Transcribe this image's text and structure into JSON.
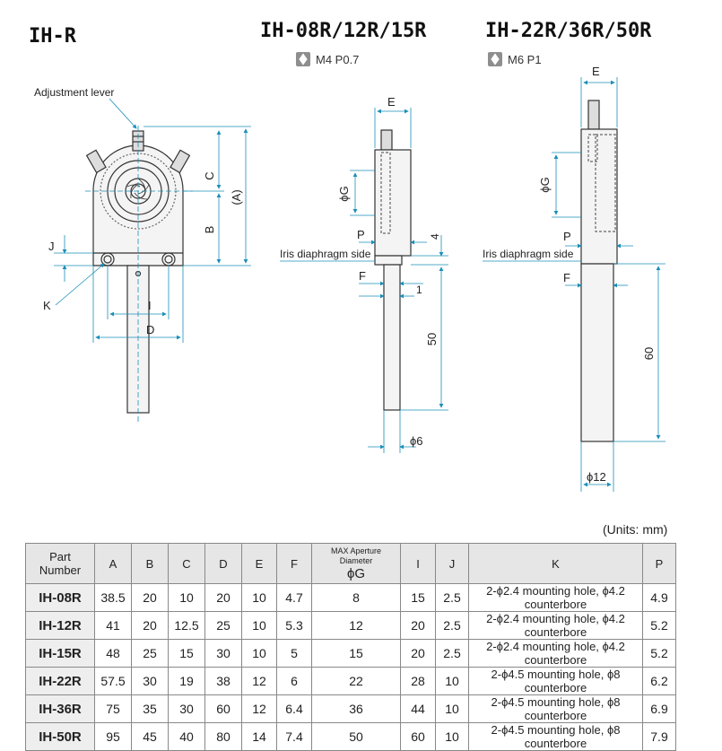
{
  "titles": {
    "ih_r": "IH-R",
    "small": "IH-08R/12R/15R",
    "large": "IH-22R/36R/50R"
  },
  "threads": {
    "small": "M4 P0.7",
    "large": "M6 P1"
  },
  "labels": {
    "adjustment_lever": "Adjustment lever",
    "iris_side": "Iris diaphragm side",
    "C": "C",
    "A": "(A)",
    "B": "B",
    "J": "J",
    "K": "K",
    "I": "I",
    "D": "D",
    "E": "E",
    "G": "ϕG",
    "P": "P",
    "F": "F",
    "dim_4": "4",
    "dim_1": "1",
    "dim_50": "50",
    "dim_60": "60",
    "phi6": "ϕ6",
    "phi12": "ϕ12"
  },
  "units": "(Units: mm)",
  "table": {
    "headers": [
      "Part Number",
      "A",
      "B",
      "C",
      "D",
      "E",
      "F",
      "MAX Aperture Diameter",
      "ϕG",
      "I",
      "J",
      "K",
      "P"
    ],
    "rows": [
      [
        "IH-08R",
        "38.5",
        "20",
        "10",
        "20",
        "10",
        "4.7",
        "8",
        "15",
        "2.5",
        "2-ϕ2.4 mounting hole, ϕ4.2 counterbore",
        "4.9"
      ],
      [
        "IH-12R",
        "41",
        "20",
        "12.5",
        "25",
        "10",
        "5.3",
        "12",
        "20",
        "2.5",
        "2-ϕ2.4 mounting hole, ϕ4.2 counterbore",
        "5.2"
      ],
      [
        "IH-15R",
        "48",
        "25",
        "15",
        "30",
        "10",
        "5",
        "15",
        "20",
        "2.5",
        "2-ϕ2.4 mounting hole, ϕ4.2 counterbore",
        "5.2"
      ],
      [
        "IH-22R",
        "57.5",
        "30",
        "19",
        "38",
        "12",
        "6",
        "22",
        "28",
        "10",
        "2-ϕ4.5 mounting hole, ϕ8 counterbore",
        "6.2"
      ],
      [
        "IH-36R",
        "75",
        "35",
        "30",
        "60",
        "12",
        "6.4",
        "36",
        "44",
        "10",
        "2-ϕ4.5 mounting hole, ϕ8 counterbore",
        "6.9"
      ],
      [
        "IH-50R",
        "95",
        "45",
        "40",
        "80",
        "14",
        "7.4",
        "50",
        "60",
        "10",
        "2-ϕ4.5 mounting hole, ϕ8 counterbore",
        "7.9"
      ]
    ]
  }
}
